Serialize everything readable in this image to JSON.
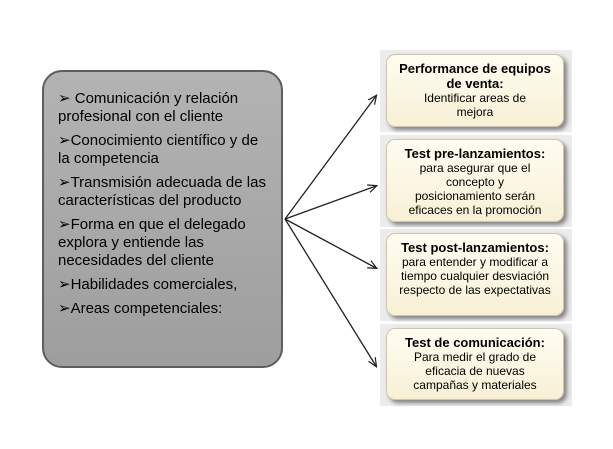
{
  "left": {
    "items": [
      "➢ Comunicación y relación profesional con el cliente",
      "➢Conocimiento científico y de la competencia",
      "➢Transmisión adecuada de las características del producto",
      "➢Forma en que el delegado explora y entiende las necesidades del cliente",
      "➢Habilidades comerciales,",
      "➢Areas competenciales:"
    ]
  },
  "right": [
    {
      "title": "Performance de equipos de venta",
      "sep": ":",
      "desc": "Identificar areas de mejora"
    },
    {
      "title": "Test pre-lanzamientos",
      "sep": ":",
      "desc": "para asegurar que el concepto y posicionamiento serán eficaces en la promoción"
    },
    {
      "title": "Test post-lanzamientos",
      "sep": ":",
      "desc": "para entender y modificar a tiempo cualquier desviación  respecto de las expectativas"
    },
    {
      "title": "Test de comunicación",
      "sep": ":",
      "desc": "Para medir el grado de eficacia de nuevas campañas y materiales"
    }
  ]
}
